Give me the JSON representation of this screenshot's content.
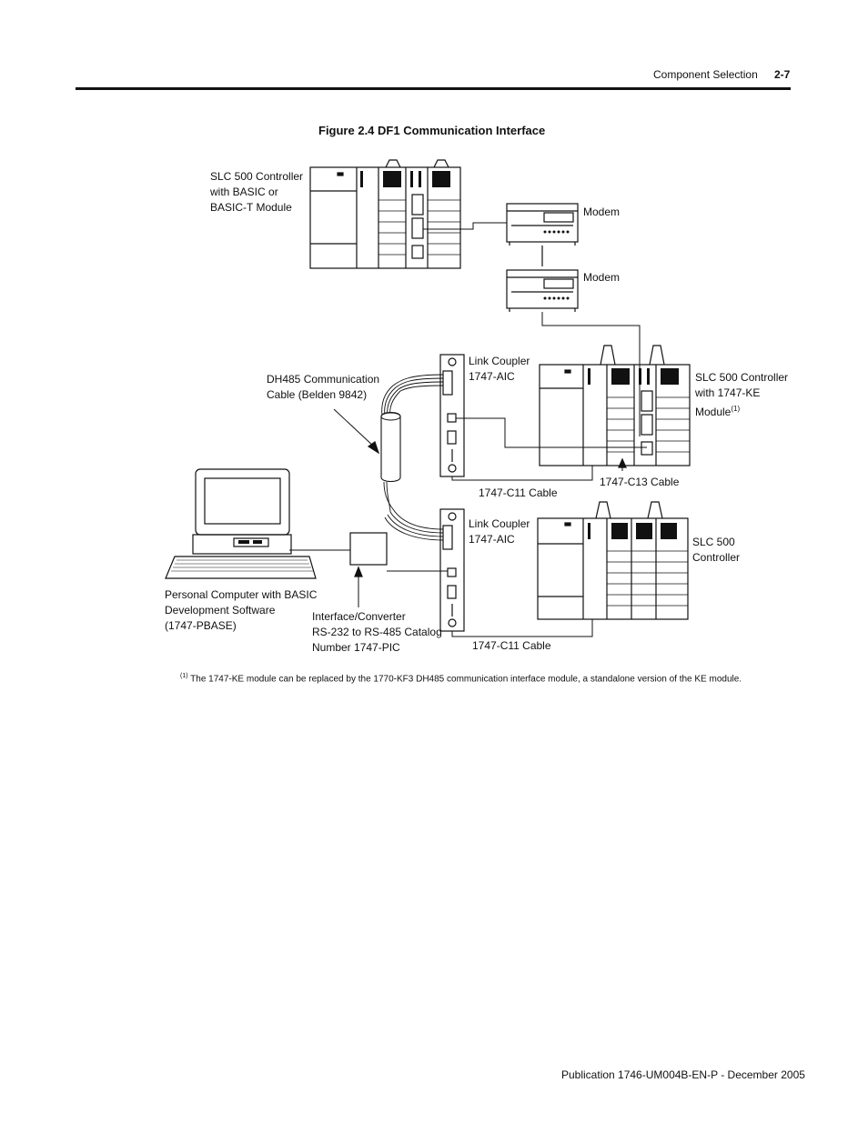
{
  "header": {
    "section": "Component Selection",
    "page": "2-7"
  },
  "figure": {
    "title": "Figure 2.4  DF1 Communication Interface",
    "labels": {
      "slc_basic": "SLC 500 Controller\nwith BASIC or\nBASIC-T Module",
      "modem_1": "Modem",
      "modem_2": "Modem",
      "link_coupler_1": "Link Coupler\n1747-AIC",
      "dh485_cable": "DH485 Communication\nCable (Belden 9842)",
      "slc_ke": "SLC 500 Controller\nwith 1747-KE\nModule",
      "ke_note_ref": "(1)",
      "c13_cable": "1747-C13 Cable",
      "c11_cable_1": "1747-C11 Cable",
      "link_coupler_2": "Link Coupler\n1747-AIC",
      "slc_500": "SLC 500\nController",
      "pc": "Personal Computer with BASIC\nDevelopment Software\n(1747-PBASE)",
      "interface_converter": "Interface/Converter\nRS-232 to RS-485 Catalog\nNumber 1747-PIC",
      "c11_cable_2": "1747-C11 Cable"
    }
  },
  "footnote": {
    "marker": "(1)",
    "text": "The 1747-KE module can be replaced by the 1770-KF3 DH485 communication interface module, a standalone version of the KE module."
  },
  "footer": {
    "publication": "Publication 1746-UM004B-EN-P - December 2005"
  }
}
